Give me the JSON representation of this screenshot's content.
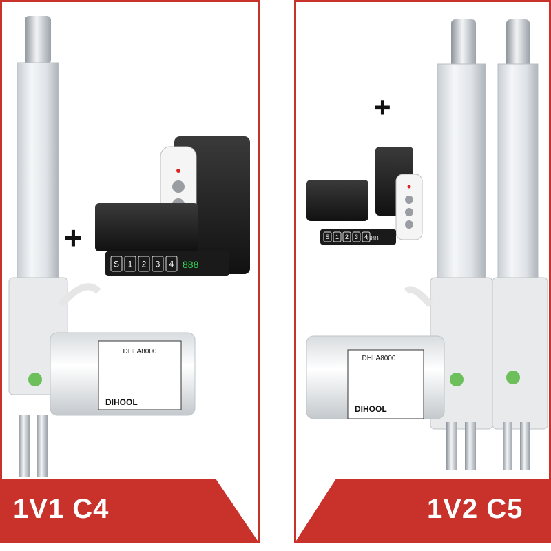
{
  "panels": [
    {
      "label": "1V1 C4",
      "actuator_brand": "DIHOOL",
      "actuator_model": "DHLA8000",
      "controller_display": "888",
      "keypad_keys": [
        "S",
        "1",
        "2",
        "3",
        "4"
      ]
    },
    {
      "label": "1V2 C5",
      "actuator_brand": "DIHOOL",
      "actuator_model": "DHLA8000",
      "controller_display": "888",
      "keypad_keys": [
        "S",
        "1",
        "2",
        "3",
        "4"
      ]
    }
  ],
  "plus_sign": "+",
  "colors": {
    "frame": "#c8322a",
    "banner": "#c8322a",
    "label_text": "#ffffff"
  }
}
